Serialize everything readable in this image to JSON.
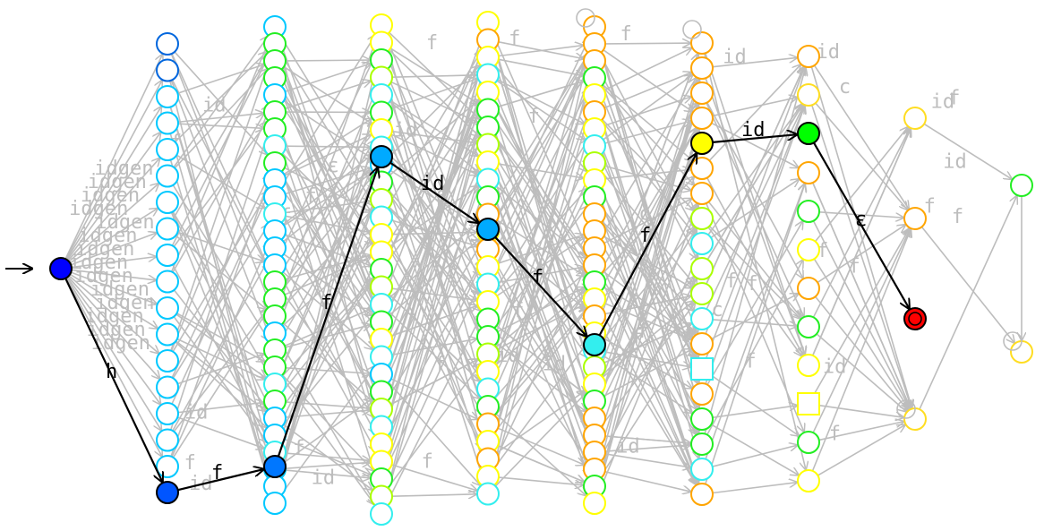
{
  "colors": {
    "edge_faint": "#bdbdbd",
    "edge_path": "#000000",
    "start": "#0000ff",
    "path_node_2": "#0055ff",
    "path_node_3": "#0077ff",
    "path_node_4": "#00aaff",
    "path_node_5": "#00aaff",
    "path_node_7": "#ffff00",
    "path_node_8": "#00ff00",
    "final": "#ff0000",
    "blue": "#0066dd",
    "lightblue": "#00c8ff",
    "cyan": "#33eeee",
    "green": "#22ee22",
    "lime": "#aaff00",
    "yellow": "#ffff00",
    "gold": "#ffdd22",
    "orange": "#ffa500"
  },
  "path_labels": [
    "h",
    "f",
    "f",
    "id",
    "f",
    "f",
    "id",
    "ε"
  ],
  "faint_labels": [
    "idgen",
    "idgen",
    "idgen",
    "idgen",
    "idgen",
    "idgen",
    "idgen",
    "idgen",
    "idgen",
    "idgen",
    "idgen",
    "idgen",
    "idgen",
    "idgen",
    "f",
    "f",
    "f",
    "f",
    "f",
    "f",
    "f",
    "id",
    "id",
    "id",
    "id",
    "id",
    "f",
    "f",
    "f",
    "f",
    "id",
    "f",
    "f",
    "f",
    "f",
    "f",
    "id",
    "f",
    "f",
    "id",
    "id",
    "f",
    "f",
    "id",
    "c",
    "c",
    "c",
    "f",
    "id",
    "ε",
    "id",
    "id",
    "f",
    "f",
    "f"
  ]
}
